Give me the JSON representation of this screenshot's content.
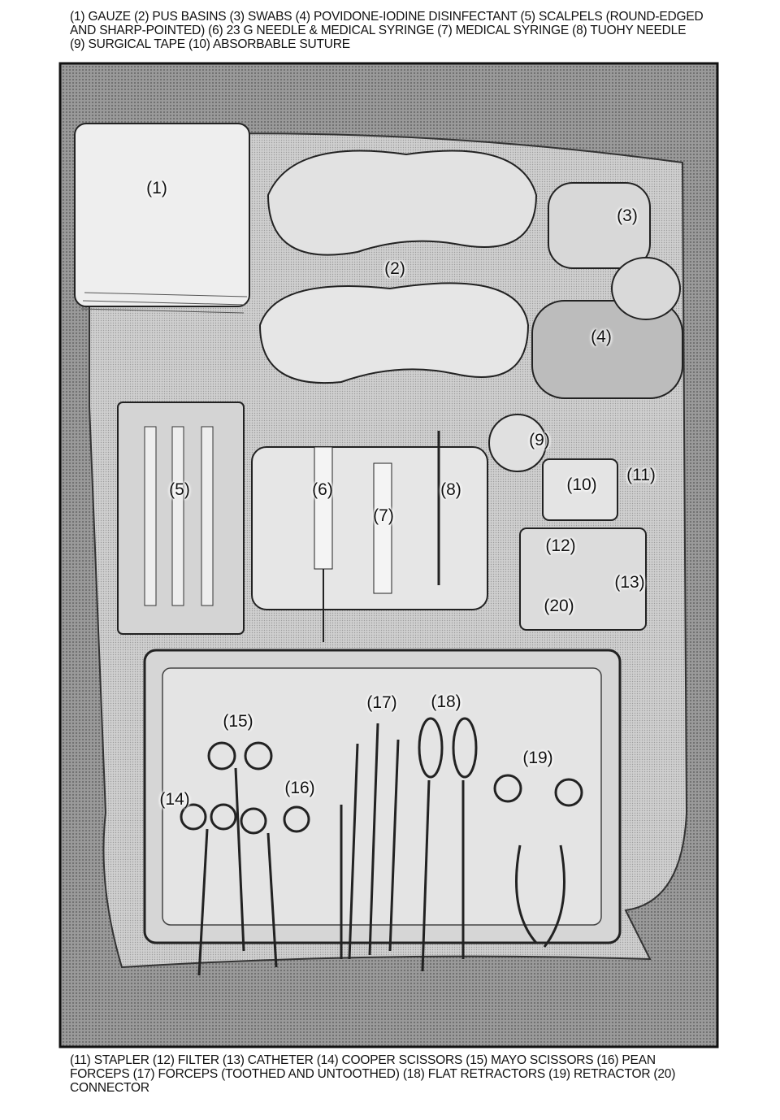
{
  "captions": {
    "top": "(1) Gauze (2) Pus basins (3) Swabs (4) Povidone-iodine disinfectant (5) Scalpels (round-edged and sharp-pointed) (6) 23 G needle & medical syringe (7) Medical syringe (8) Tuohy needle (9) Surgical tape (10) Absorbable suture",
    "bottom": "(11) Stapler (12) Filter (13) Catheter (14) Cooper scissors (15) Mayo scissors (16) Pean forceps (17) Forceps (toothed and untoothed) (18) Flat retractors (19) Retractor (20) Connector"
  },
  "labels": [
    "(1)",
    "(2)",
    "(3)",
    "(4)",
    "(5)",
    "(6)",
    "(7)",
    "(8)",
    "(9)",
    "(10)",
    "(11)",
    "(12)",
    "(13)",
    "(14)",
    "(15)",
    "(16)",
    "(17)",
    "(18)",
    "(19)",
    "(20)"
  ]
}
